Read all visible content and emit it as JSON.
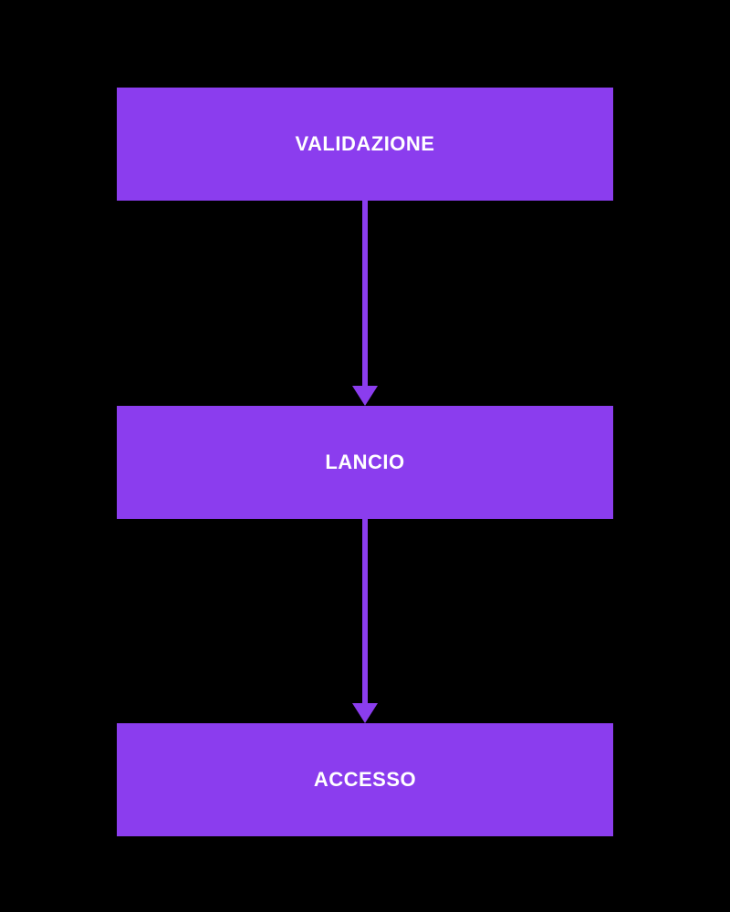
{
  "diagram": {
    "type": "flowchart",
    "direction": "top-down",
    "nodes": [
      {
        "id": "validazione",
        "label": "VALIDAZIONE"
      },
      {
        "id": "lancio",
        "label": "LANCIO"
      },
      {
        "id": "accesso",
        "label": "ACCESSO"
      }
    ],
    "edges": [
      {
        "from": "validazione",
        "to": "lancio"
      },
      {
        "from": "lancio",
        "to": "accesso"
      }
    ],
    "colors": {
      "background": "#000000",
      "node_fill": "#8B3DEE",
      "arrow": "#8B3DEE",
      "node_text": "#FFFFFF"
    }
  }
}
